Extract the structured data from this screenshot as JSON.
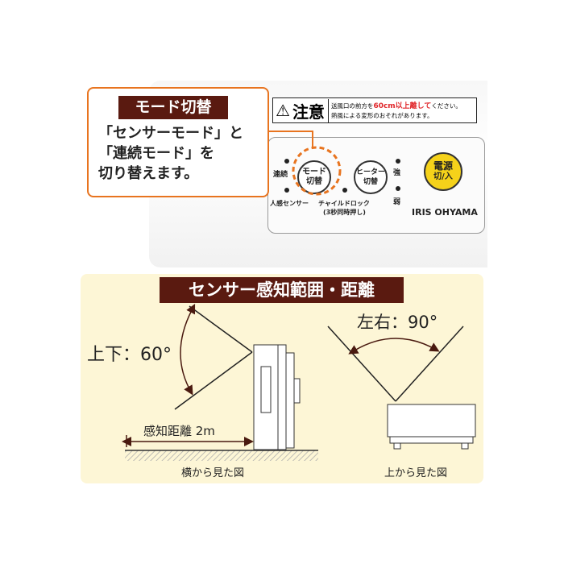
{
  "callout": {
    "title": "モード切替",
    "lines": [
      "「センサーモード」と",
      "「連続モード」を",
      "切り替えます。"
    ]
  },
  "warning": {
    "icon": "warning-triangle-icon",
    "heading": "注意",
    "line1_pre": "送風口の前方を",
    "line1_red": "60cm以上離して",
    "line1_post": "ください。",
    "line2": "熱風による変形のおそれがあります。"
  },
  "control_panel": {
    "mode_button": [
      "モード",
      "切替"
    ],
    "heater_button": [
      "ヒーター",
      "切替"
    ],
    "power_button": [
      "電源",
      "切/入"
    ],
    "label_continuous": "連続",
    "label_sensor": "人感センサー",
    "label_child_lock": "チャイルドロック",
    "label_child_lock_note": "(3秒同時押し)",
    "label_strong": "強",
    "label_weak": "弱",
    "brand": "IRIS OHYAMA"
  },
  "sensor": {
    "title": "センサー感知範囲・距離",
    "vertical_angle": "上下：60°",
    "horizontal_angle": "左右：90°",
    "distance": "感知距離 2m",
    "side_view": "横から見た図",
    "top_view": "上から見た図"
  },
  "colors": {
    "accent": "#e8741f",
    "title_bg": "#5a1a10",
    "panel_bg": "#fdf6d6",
    "power": "#f5d21a"
  }
}
